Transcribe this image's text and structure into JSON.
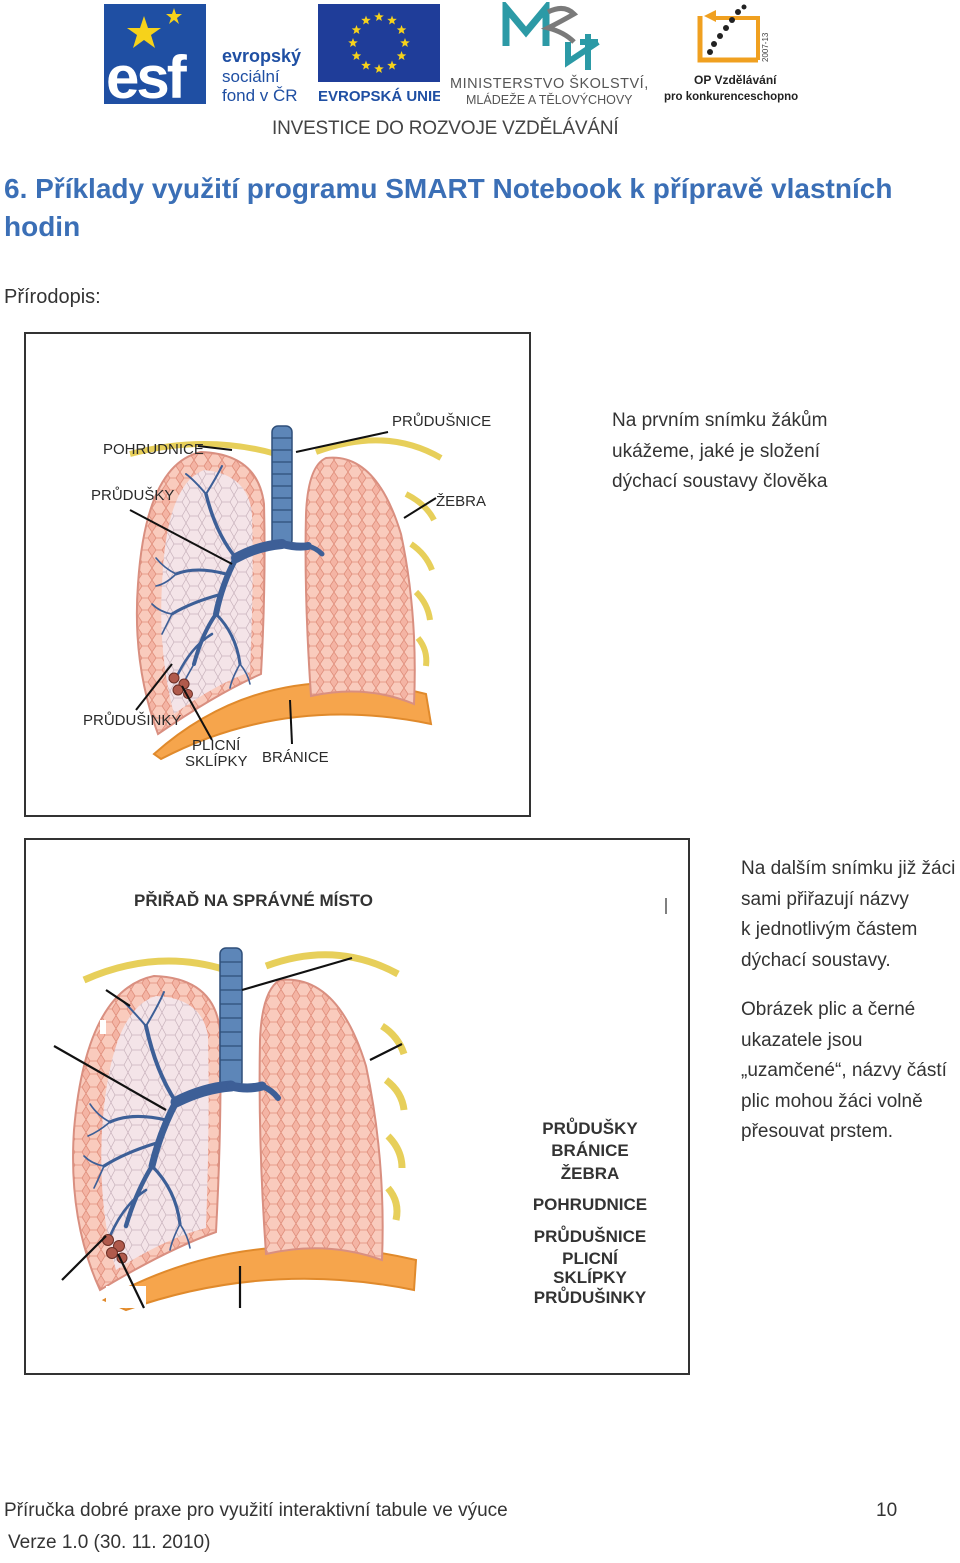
{
  "header": {
    "esf_logo": {
      "lines": [
        "evropský",
        "sociální",
        "fond v ČR"
      ]
    },
    "eu_logo": {
      "label": "EVROPSKÁ UNIE"
    },
    "msmt_logo": {
      "lines": [
        "MINISTERSTVO ŠKOLSTVÍ,",
        "MLÁDEŽE A TĚLOVÝCHOVY"
      ]
    },
    "op_logo": {
      "lines": [
        "OP Vzdělávání",
        "pro konkurenceschopnost"
      ],
      "years": "2007-13"
    },
    "tagline": "INVESTICE DO ROZVOJE VZDĚLÁVÁNÍ"
  },
  "heading": "6. Příklady využití programu SMART Notebook k přípravě vlastních hodin",
  "subject": "Přírodopis:",
  "slide1": {
    "labels": {
      "pohrudnice": "POHRUDNICE",
      "prudusky": "PRŮDUŠKY",
      "prudusnice": "PRŮDUŠNICE",
      "zebra": "ŽEBRA",
      "prudusinky": "PRŮDUŠINKY",
      "sklipky_1": "PLICNÍ",
      "sklipky_2": "SKLÍPKY",
      "branice": "BRÁNICE"
    }
  },
  "slide2": {
    "title": "PŘIŘAĎ NA SPRÁVNÉ MÍSTO",
    "word_bank": [
      "PRŮDUŠKY",
      "BRÁNICE",
      "ŽEBRA",
      "POHRUDNICE",
      "PRŮDUŠNICE",
      "PLICNÍ",
      "SKLÍPKY",
      "PRŮDUŠINKY"
    ]
  },
  "notes": {
    "note1": [
      "Na prvním snímku žákům",
      "ukážeme, jaké je složení",
      "dýchací soustavy člověka"
    ],
    "note2": [
      "Na dalším snímku již žáci",
      "sami přiřazují názvy",
      "k jednotlivým částem",
      "dýchací soustavy."
    ],
    "note3": [
      "Obrázek plic a černé",
      "ukazatele jsou",
      "„uzamčené“, názvy částí",
      "plic mohou žáci volně",
      "přesouvat prstem."
    ]
  },
  "footer": {
    "title": "Příručka dobré praxe pro využití interaktivní tabule ve výuce",
    "page": "10",
    "version": "Verze 1.0 (30. 11. 2010)"
  }
}
